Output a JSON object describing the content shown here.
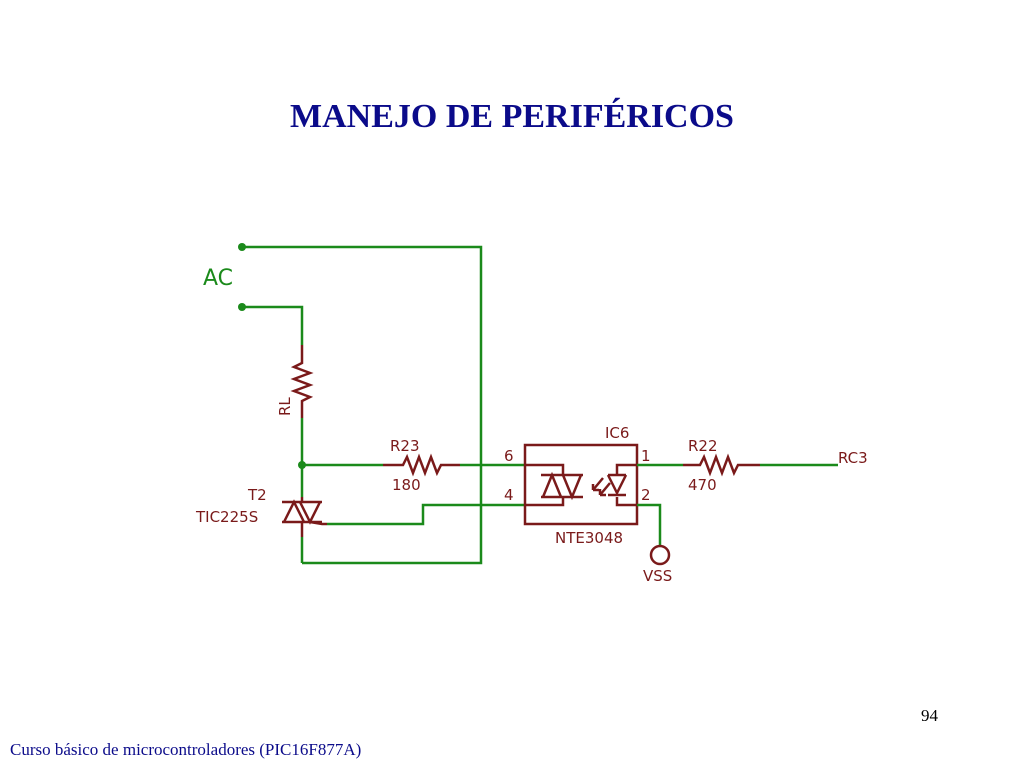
{
  "title": "MANEJO DE PERIFÉRICOS",
  "page_number": "94",
  "footer": "Curso básico de microcontroladores (PIC16F877A)",
  "colors": {
    "title": "#0b0b8a",
    "wire": "#1b8a1b",
    "component": "#7a1a1a"
  },
  "schematic": {
    "source_label": "AC",
    "load_resistor": "RL",
    "triac_ref": "T2",
    "triac_part": "TIC225S",
    "r23_ref": "R23",
    "r23_value": "180",
    "ic_ref": "IC6",
    "ic_part": "NTE3048",
    "pin_6": "6",
    "pin_4": "4",
    "pin_1": "1",
    "pin_2": "2",
    "r22_ref": "R22",
    "r22_value": "470",
    "input_net": "RC3",
    "ground_net": "VSS"
  }
}
